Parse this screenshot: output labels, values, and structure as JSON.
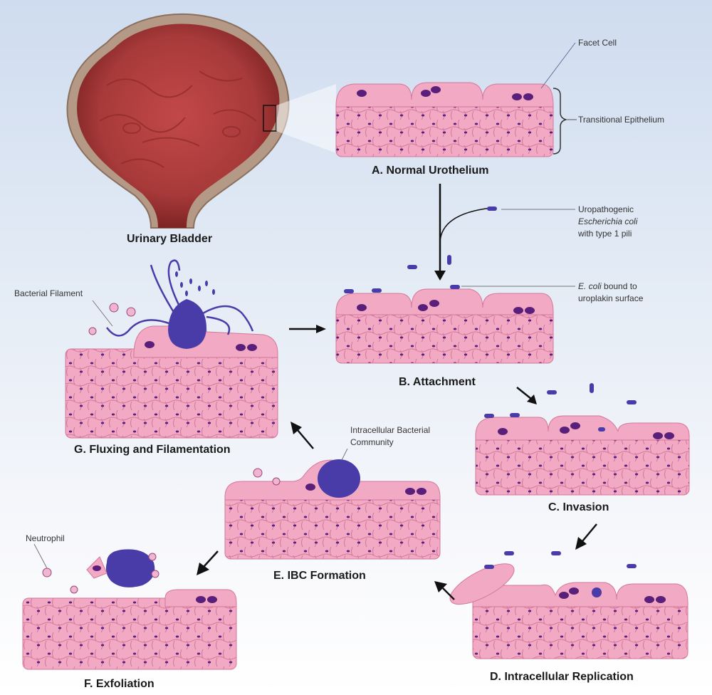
{
  "colors": {
    "background_top": "#cfdcef",
    "background_bottom": "#ffffff",
    "epithelium": "#f2a9c4",
    "cell_outline": "#d4789b",
    "nucleus": "#5a1f7a",
    "bacteria": "#4a3ca8",
    "bladder_lumen": "#a83a3a",
    "bladder_wall": "#b49a86"
  },
  "organ": {
    "label": "Urinary Bladder"
  },
  "callouts": {
    "facet_cell": "Facet Cell",
    "transitional_epithelium": "Transitional Epithelium",
    "upec_line1": "Uropathogenic",
    "upec_line2": "Escherichia coli",
    "upec_line3": "with type 1 pili",
    "bound_line1_italic": "E. coli",
    "bound_line1_rest": " bound to",
    "bound_line2": "uroplakin surface",
    "bacterial_filament": "Bacterial Filament",
    "ibc_line1": "Intracellular Bacterial",
    "ibc_line2": "Community",
    "neutrophil": "Neutrophil"
  },
  "stages": {
    "a": "A.  Normal Urothelium",
    "b": "B.  Attachment",
    "c": "C.  Invasion",
    "d": "D.  Intracellular Replication",
    "e": "E.  IBC Formation",
    "f": "F.  Exfoliation",
    "g": "G.  Fluxing and Filamentation"
  }
}
